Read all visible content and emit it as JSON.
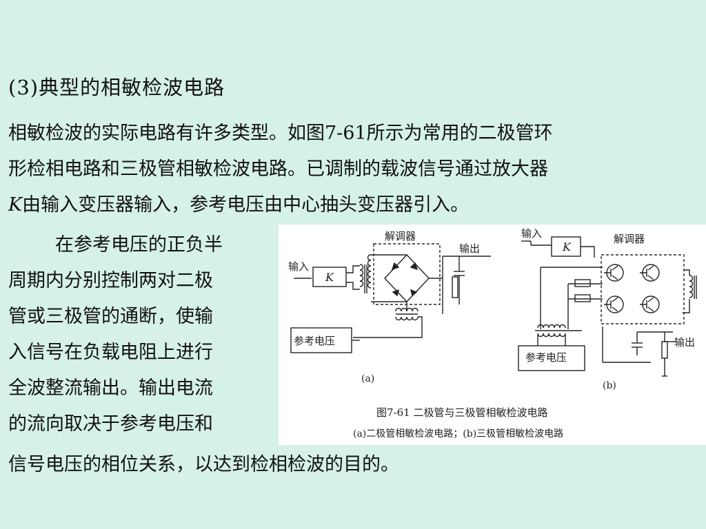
{
  "title": "(3)典型的相敏检波电路",
  "paragraph": {
    "line1": "相敏检波的实际电路有许多类型。如图7-61所示为常用的二极管环",
    "line2": "形检相电路和三极管相敏检波电路。已调制的载波信号通过放大器",
    "line3_k": "K",
    "line3_rest": "由输入变压器输入，参考电压由中心抽头变压器引入。"
  },
  "left_text": [
    "在参考电压的正负半",
    "周期内分别控制两对二极",
    "管或三极管的通断，使输",
    "入信号在负载电阻上进行",
    "全波整流输出。输出电流",
    "的流向取决于参考电压和"
  ],
  "last_line": "信号电压的相位关系，以达到检相检波的目的。",
  "figure": {
    "a": {
      "input": "输入",
      "amp": "K",
      "demod": "解调器",
      "output": "输出",
      "ref": "参考电压",
      "label": "(a)"
    },
    "b": {
      "input": "输入",
      "amp": "K",
      "demod": "解调器",
      "output": "输出",
      "ref": "参考电压",
      "label": "(b)"
    },
    "caption1": "图7-61  二极管与三极管相敏检波电路",
    "caption2": "(a)二极管相敏检波电路；(b)三极管相敏检波电路"
  },
  "colors": {
    "background": "#d6f0ea",
    "figure_background": "#ffffff"
  }
}
